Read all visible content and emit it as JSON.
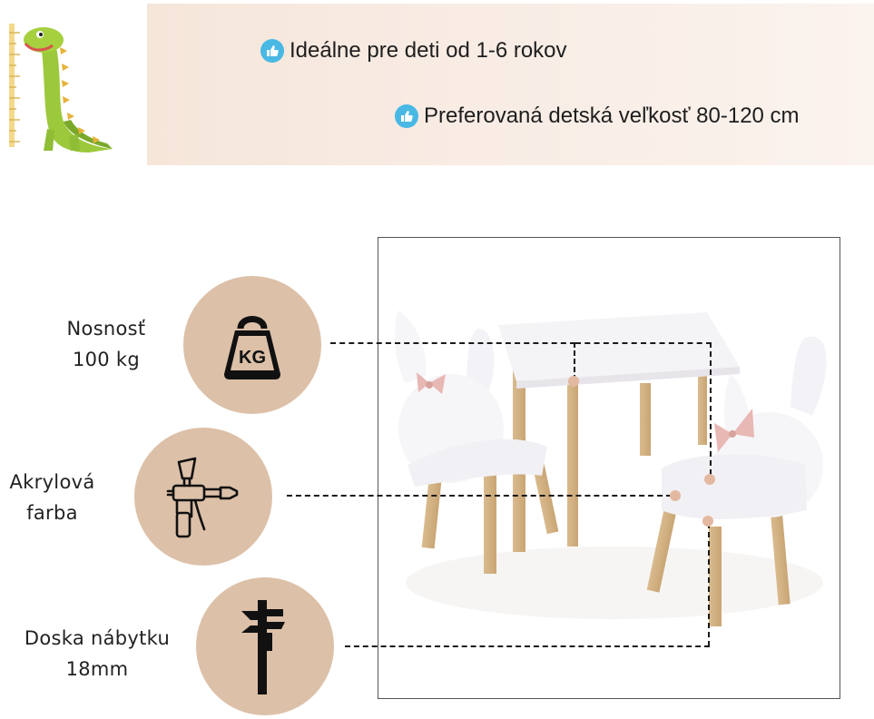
{
  "features": [
    {
      "icon": "thumbs-up-icon",
      "text": "Ideálne pre deti od 1-6 rokov"
    },
    {
      "icon": "thumbs-up-icon",
      "text": "Preferovaná detská veľkosť 80-120 cm"
    }
  ],
  "specs": [
    {
      "icon": "kettlebell-kg-icon",
      "icon_text": "KG",
      "line1": "Nosnosť",
      "line2": "100 kg"
    },
    {
      "icon": "spray-gun-icon",
      "line1": "Akrylová",
      "line2": "farba"
    },
    {
      "icon": "caliper-icon",
      "line1": "Doska nábytku",
      "line2": "18mm"
    }
  ],
  "colors": {
    "banner": "#f6e6da",
    "circle": "#dcc0a8",
    "thumb": "#49b8e4",
    "dot": "#e2b9a0",
    "bow": "#e8b8b4",
    "dino": "#9cc93b"
  }
}
